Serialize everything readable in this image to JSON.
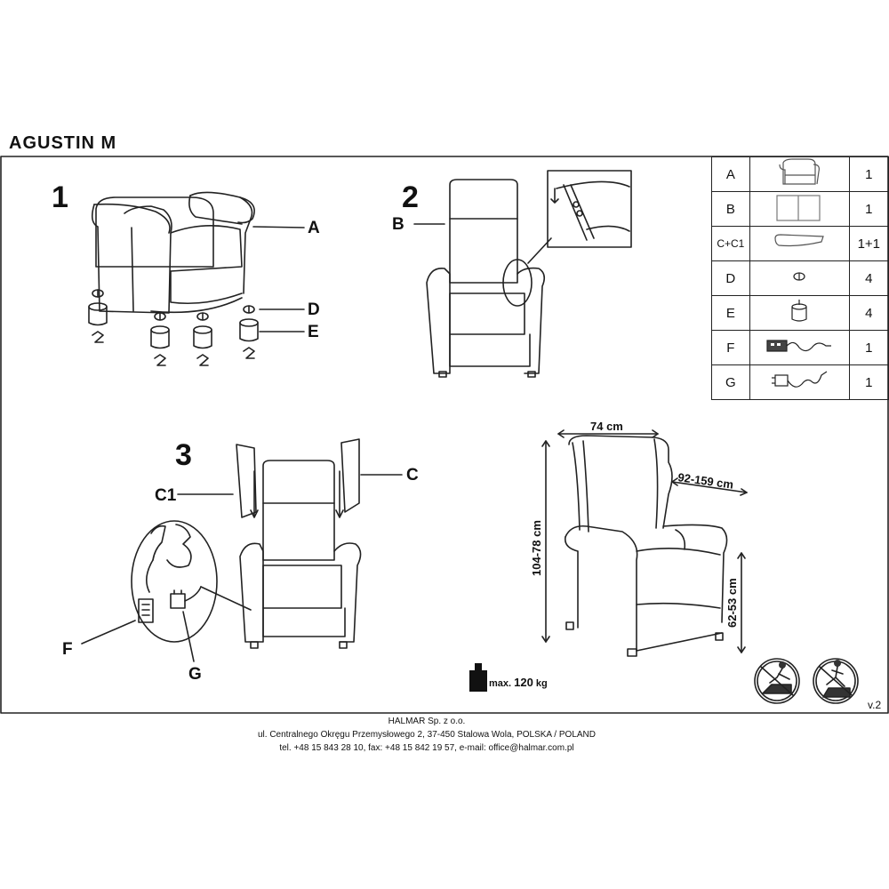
{
  "title": "AGUSTIN  M",
  "steps": [
    "1",
    "2",
    "3"
  ],
  "labels": {
    "A": "A",
    "B": "B",
    "C": "C",
    "C1": "C1",
    "D": "D",
    "E": "E",
    "F": "F",
    "G": "G"
  },
  "dimensions": {
    "width": "74 cm",
    "depth": "92-159 cm",
    "height": "104-78 cm",
    "seat_height": "62-53 cm"
  },
  "max_load": {
    "prefix": "max.",
    "value": "120",
    "unit": "kg"
  },
  "parts": [
    {
      "id": "A",
      "qty": "1",
      "icon": "armchair-icon"
    },
    {
      "id": "B",
      "qty": "1",
      "icon": "backrest-icon"
    },
    {
      "id": "C+C1",
      "qty": "1+1",
      "icon": "wing-icon"
    },
    {
      "id": "D",
      "qty": "4",
      "icon": "screw-icon"
    },
    {
      "id": "E",
      "qty": "4",
      "icon": "foot-icon"
    },
    {
      "id": "F",
      "qty": "1",
      "icon": "remote-control-icon"
    },
    {
      "id": "G",
      "qty": "1",
      "icon": "power-adapter-icon"
    }
  ],
  "version": "v.2",
  "footer": {
    "company": "HALMAR Sp. z o.o.",
    "address": "ul. Centralnego Okręgu Przemysłowego 2, 37-450 Stalowa Wola, POLSKA / POLAND",
    "contact": "tel. +48 15 843 28 10, fax: +48 15 842 19 57, e-mail: office@halmar.com.pl"
  }
}
